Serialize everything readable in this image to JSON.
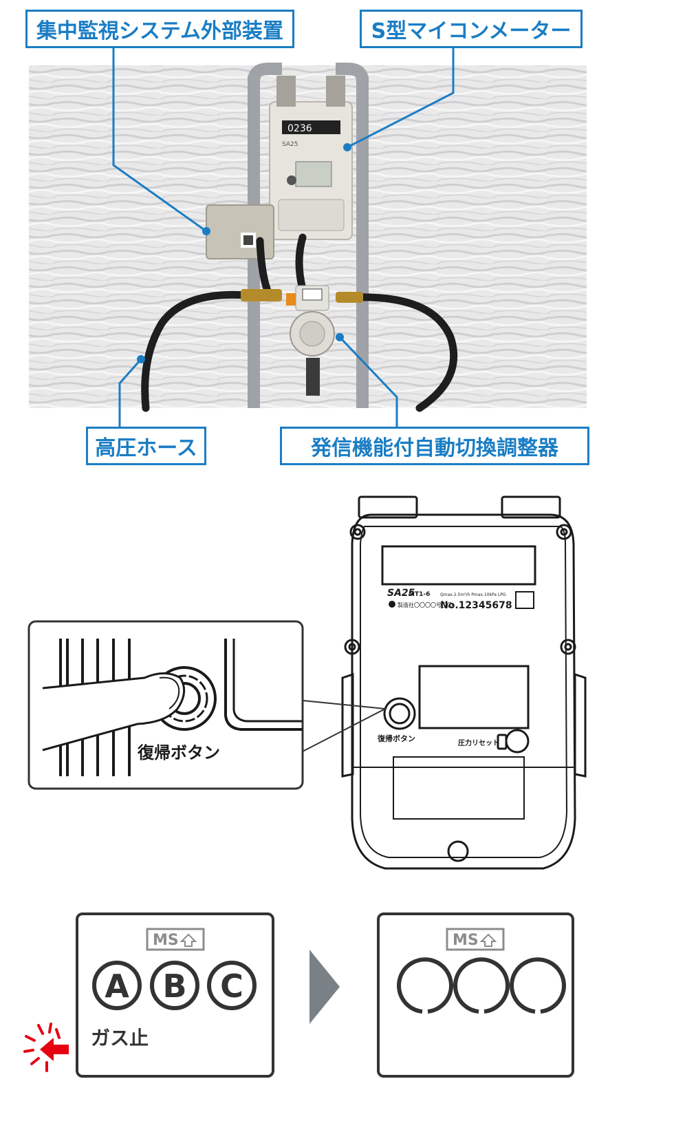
{
  "photo_section": {
    "callouts": {
      "monitoring_device": "集中監視システム外部装置",
      "meter": "S型マイコンメーター",
      "hose": "高圧ホース",
      "regulator": "発信機能付自動切換調整器"
    },
    "meter_readout": "0236",
    "meter_model": "SA25"
  },
  "meter_diagram": {
    "model": "SA25",
    "model_suffix": "MT1-6",
    "spec_small": "Qmax.2.5m³/h  Pmax.10kPa  LPG",
    "maker_text": "製造社〇〇〇〇号〇〇",
    "serial": "No.12345678",
    "reset_button_label": "復帰ボタン",
    "pressure_reset_label": "圧力リセット",
    "zoom_label": "復帰ボタン"
  },
  "display_section": {
    "ms_label": "MS",
    "before": {
      "letters": [
        "A",
        "B",
        "C"
      ],
      "status": "ガス止"
    },
    "colors": {
      "gray": "#8c8c8c",
      "dark": "#333333",
      "alert": "#e60012"
    }
  }
}
